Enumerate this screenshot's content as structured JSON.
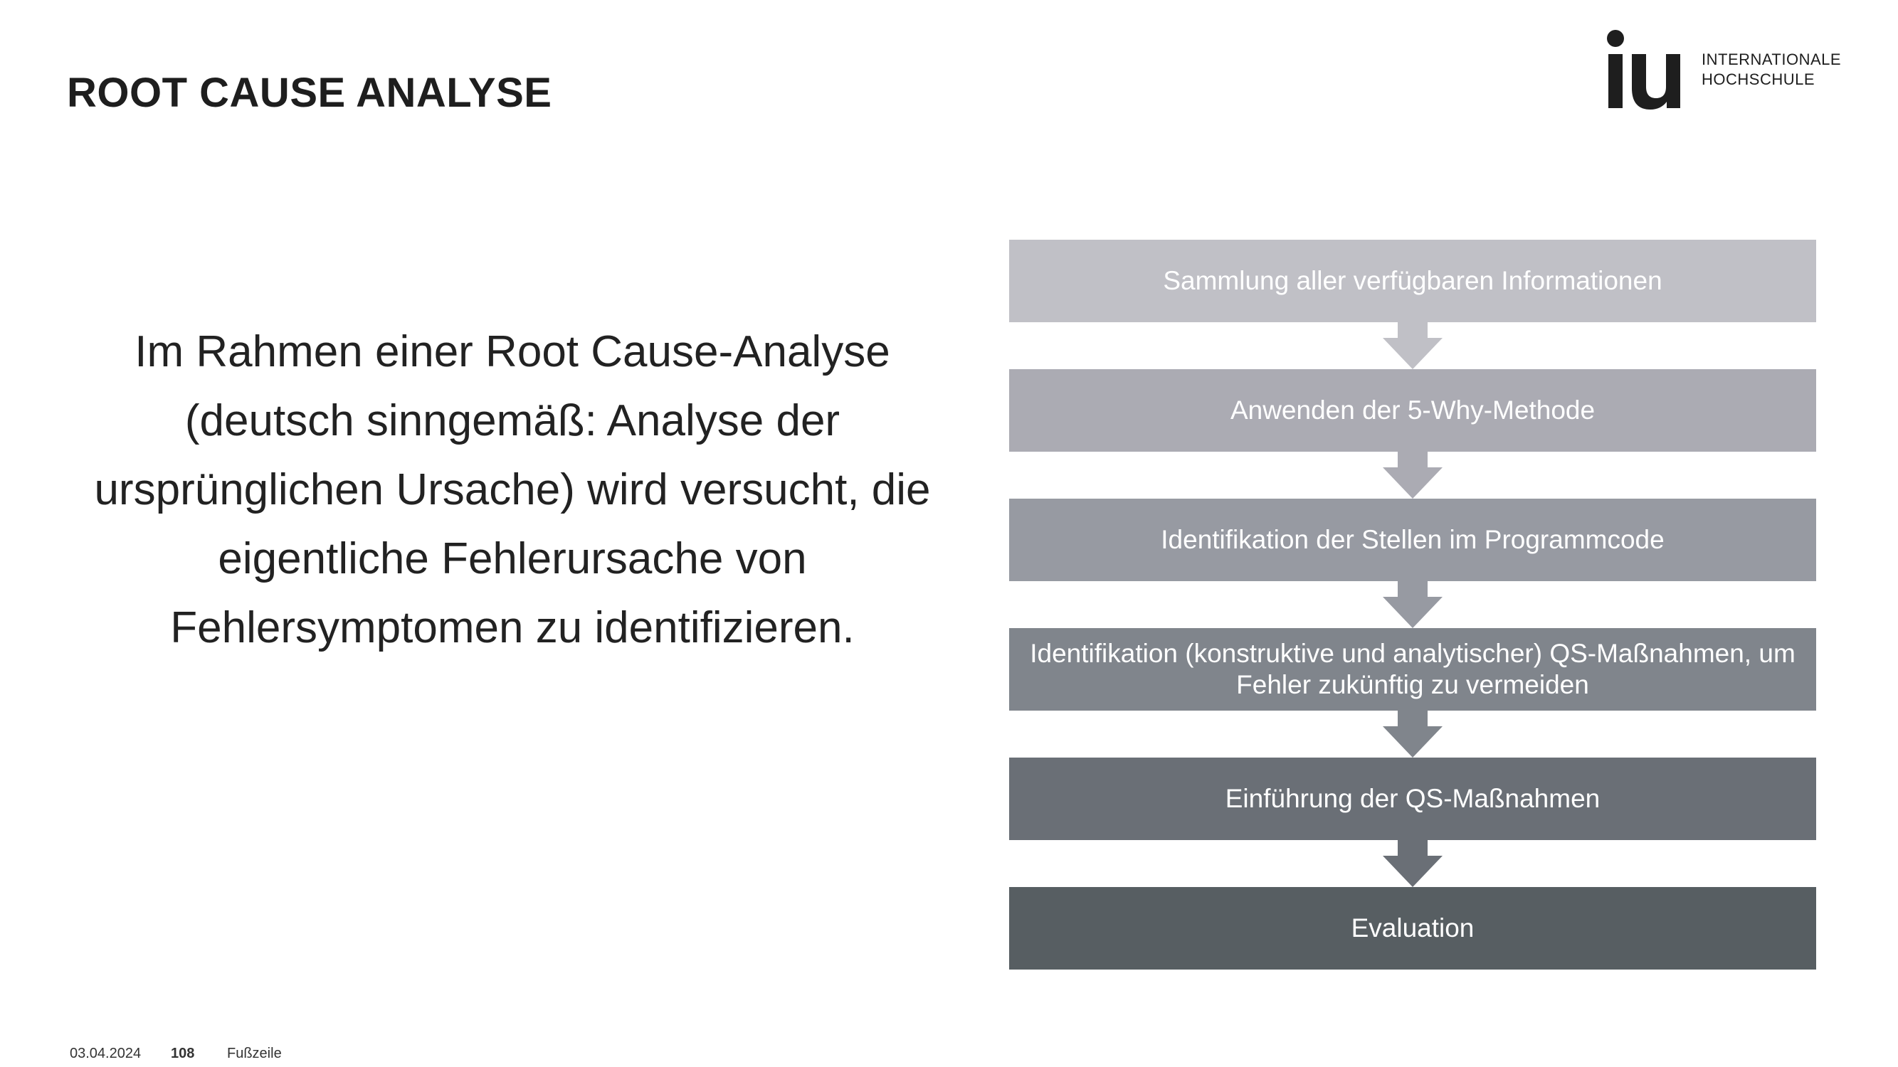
{
  "slide": {
    "title": "ROOT CAUSE ANALYSE",
    "intro_text": "Im Rahmen einer Root Cause-Analyse (deutsch sinngemäß: Analyse der ursprünglichen Ursache) wird versucht, die eigentliche Fehlerursache von Fehlersymptomen zu identifizieren."
  },
  "logo": {
    "mark": "iu",
    "line1": "INTERNATIONALE",
    "line2": "HOCHSCHULE"
  },
  "flow": {
    "steps": [
      {
        "label": "Sammlung aller verfügbaren Informationen",
        "color": "#c0c0c6"
      },
      {
        "label": "Anwenden der 5-Why-Methode",
        "color": "#ababb3"
      },
      {
        "label": "Identifikation der Stellen im Programmcode",
        "color": "#979aa2"
      },
      {
        "label": "Identifikation (konstruktive und analytischer) QS-Maßnahmen, um Fehler zukünftig zu vermeiden",
        "color": "#80858c"
      },
      {
        "label": "Einführung der QS-Maßnahmen",
        "color": "#6a6f76"
      },
      {
        "label": "Evaluation",
        "color": "#575e62"
      }
    ]
  },
  "footer": {
    "date": "03.04.2024",
    "page": "108",
    "text": "Fußzeile"
  }
}
